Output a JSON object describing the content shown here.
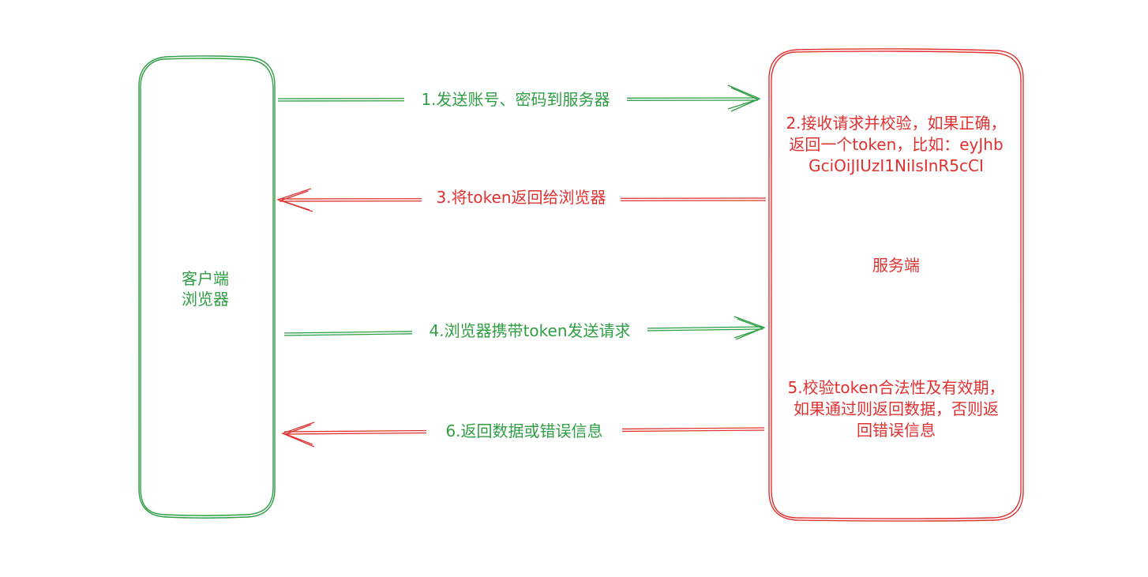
{
  "colors": {
    "green": "#2f9e44",
    "red": "#e03131",
    "background": "#ffffff"
  },
  "nodes": {
    "client": {
      "lines": [
        "客户端",
        "浏览器"
      ]
    },
    "server": {
      "label": "服务端"
    }
  },
  "steps": {
    "step1": "1.发送账号、密码到服务器",
    "step2": [
      "2.接收请求并校验，如果正确，",
      "返回一个token，比如：eyJhb",
      "GciOiJIUzI1NiIsInR5cCI"
    ],
    "step3": "3.将token返回给浏览器",
    "step4": "4.浏览器携带token发送请求",
    "step5": [
      "5.校验token合法性及有效期，",
      "如果通过则返回数据，否则返",
      "回错误信息"
    ],
    "step6": "6.返回数据或错误信息"
  }
}
